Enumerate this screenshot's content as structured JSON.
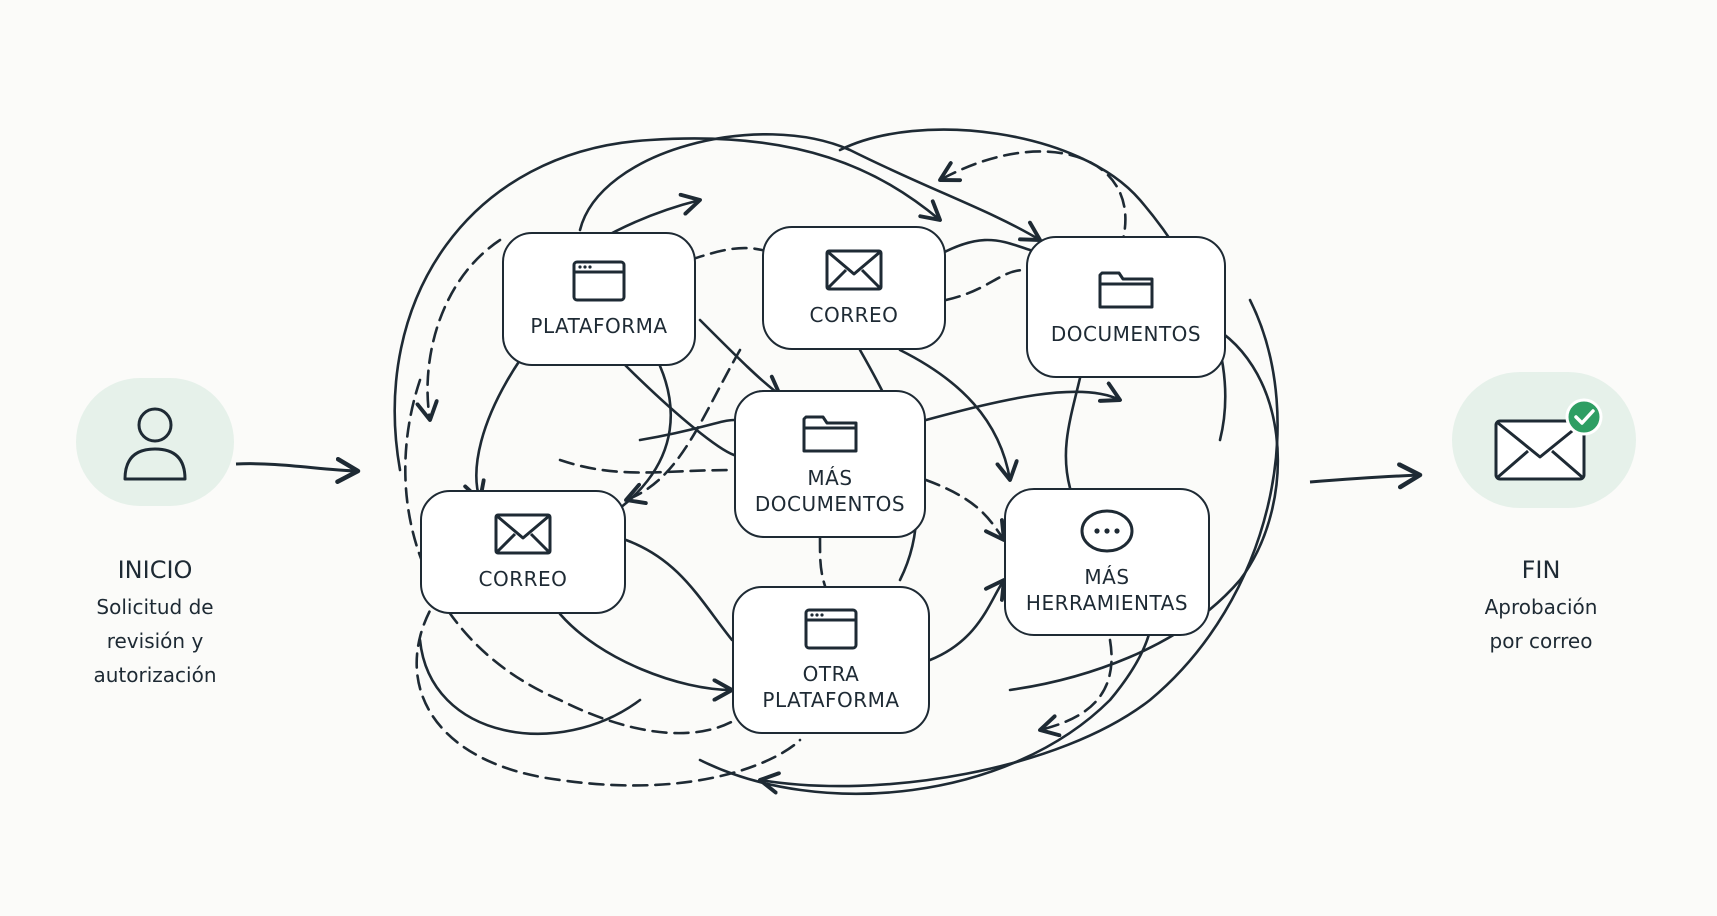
{
  "start": {
    "title": "INICIO",
    "subtitle": "Solicitud de\nrevisión y\nautorización",
    "icon": "user-icon"
  },
  "end": {
    "title": "FIN",
    "subtitle": "Aprobación\npor correo",
    "icon": "approved-mail-icon"
  },
  "nodes": {
    "plataforma": {
      "label": "PLATAFORMA",
      "icon": "browser-window-icon"
    },
    "correo_top": {
      "label": "CORREO",
      "icon": "mail-icon"
    },
    "documentos": {
      "label": "DOCUMENTOS",
      "icon": "folder-icon"
    },
    "mas_documentos": {
      "label": "MÁS\nDOCUMENTOS",
      "icon": "folder-icon"
    },
    "correo_left": {
      "label": "CORREO",
      "icon": "mail-icon"
    },
    "otra_plataforma": {
      "label": "OTRA\nPLATAFORMA",
      "icon": "browser-window-icon"
    },
    "mas_herramientas": {
      "label": "MÁS\nHERRAMIENTAS",
      "icon": "more-options-icon"
    }
  },
  "colors": {
    "ink": "#1e2a34",
    "endpoint_bg": "#e6f1ea",
    "check_green": "#2e9e63"
  }
}
